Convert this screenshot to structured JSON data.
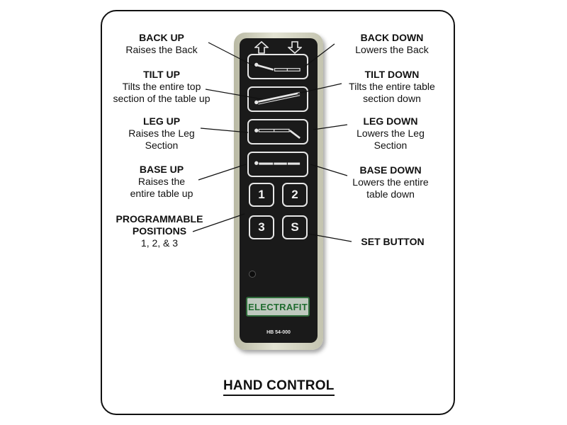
{
  "labels": {
    "back_up": {
      "title": "BACK UP",
      "desc": [
        "Raises the Back"
      ]
    },
    "back_down": {
      "title": "BACK DOWN",
      "desc": [
        "Lowers the Back"
      ]
    },
    "tilt_up": {
      "title": "TILT UP",
      "desc": [
        "Tilts the entire top",
        "section of the table up"
      ]
    },
    "tilt_down": {
      "title": "TILT DOWN",
      "desc": [
        "Tilts the entire table",
        "section down"
      ]
    },
    "leg_up": {
      "title": "LEG UP",
      "desc": [
        "Raises the Leg",
        "Section"
      ]
    },
    "leg_down": {
      "title": "LEG DOWN",
      "desc": [
        "Lowers the Leg",
        "Section"
      ]
    },
    "base_up": {
      "title": "BASE UP",
      "desc": [
        "Raises the",
        "entire table up"
      ]
    },
    "base_down": {
      "title": "BASE DOWN",
      "desc": [
        "Lowers the entire",
        "table down"
      ]
    },
    "programmable": {
      "title1": "PROGRAMMABLE",
      "title2": "POSITIONS",
      "desc": "1, 2, & 3"
    },
    "set_button": {
      "title": "SET BUTTON"
    }
  },
  "remote": {
    "buttons": {
      "one": "1",
      "two": "2",
      "three": "3",
      "set": "S"
    },
    "logo": "ELECTRAFIT",
    "model": "HB 54-000",
    "arrow_icons": [
      "up-arrow-icon",
      "down-arrow-icon"
    ]
  },
  "title": "HAND CONTROL",
  "colors": {
    "face": "#1a1a1a",
    "housing": "#d8d8c6",
    "logo_green": "#1f6b2f"
  }
}
